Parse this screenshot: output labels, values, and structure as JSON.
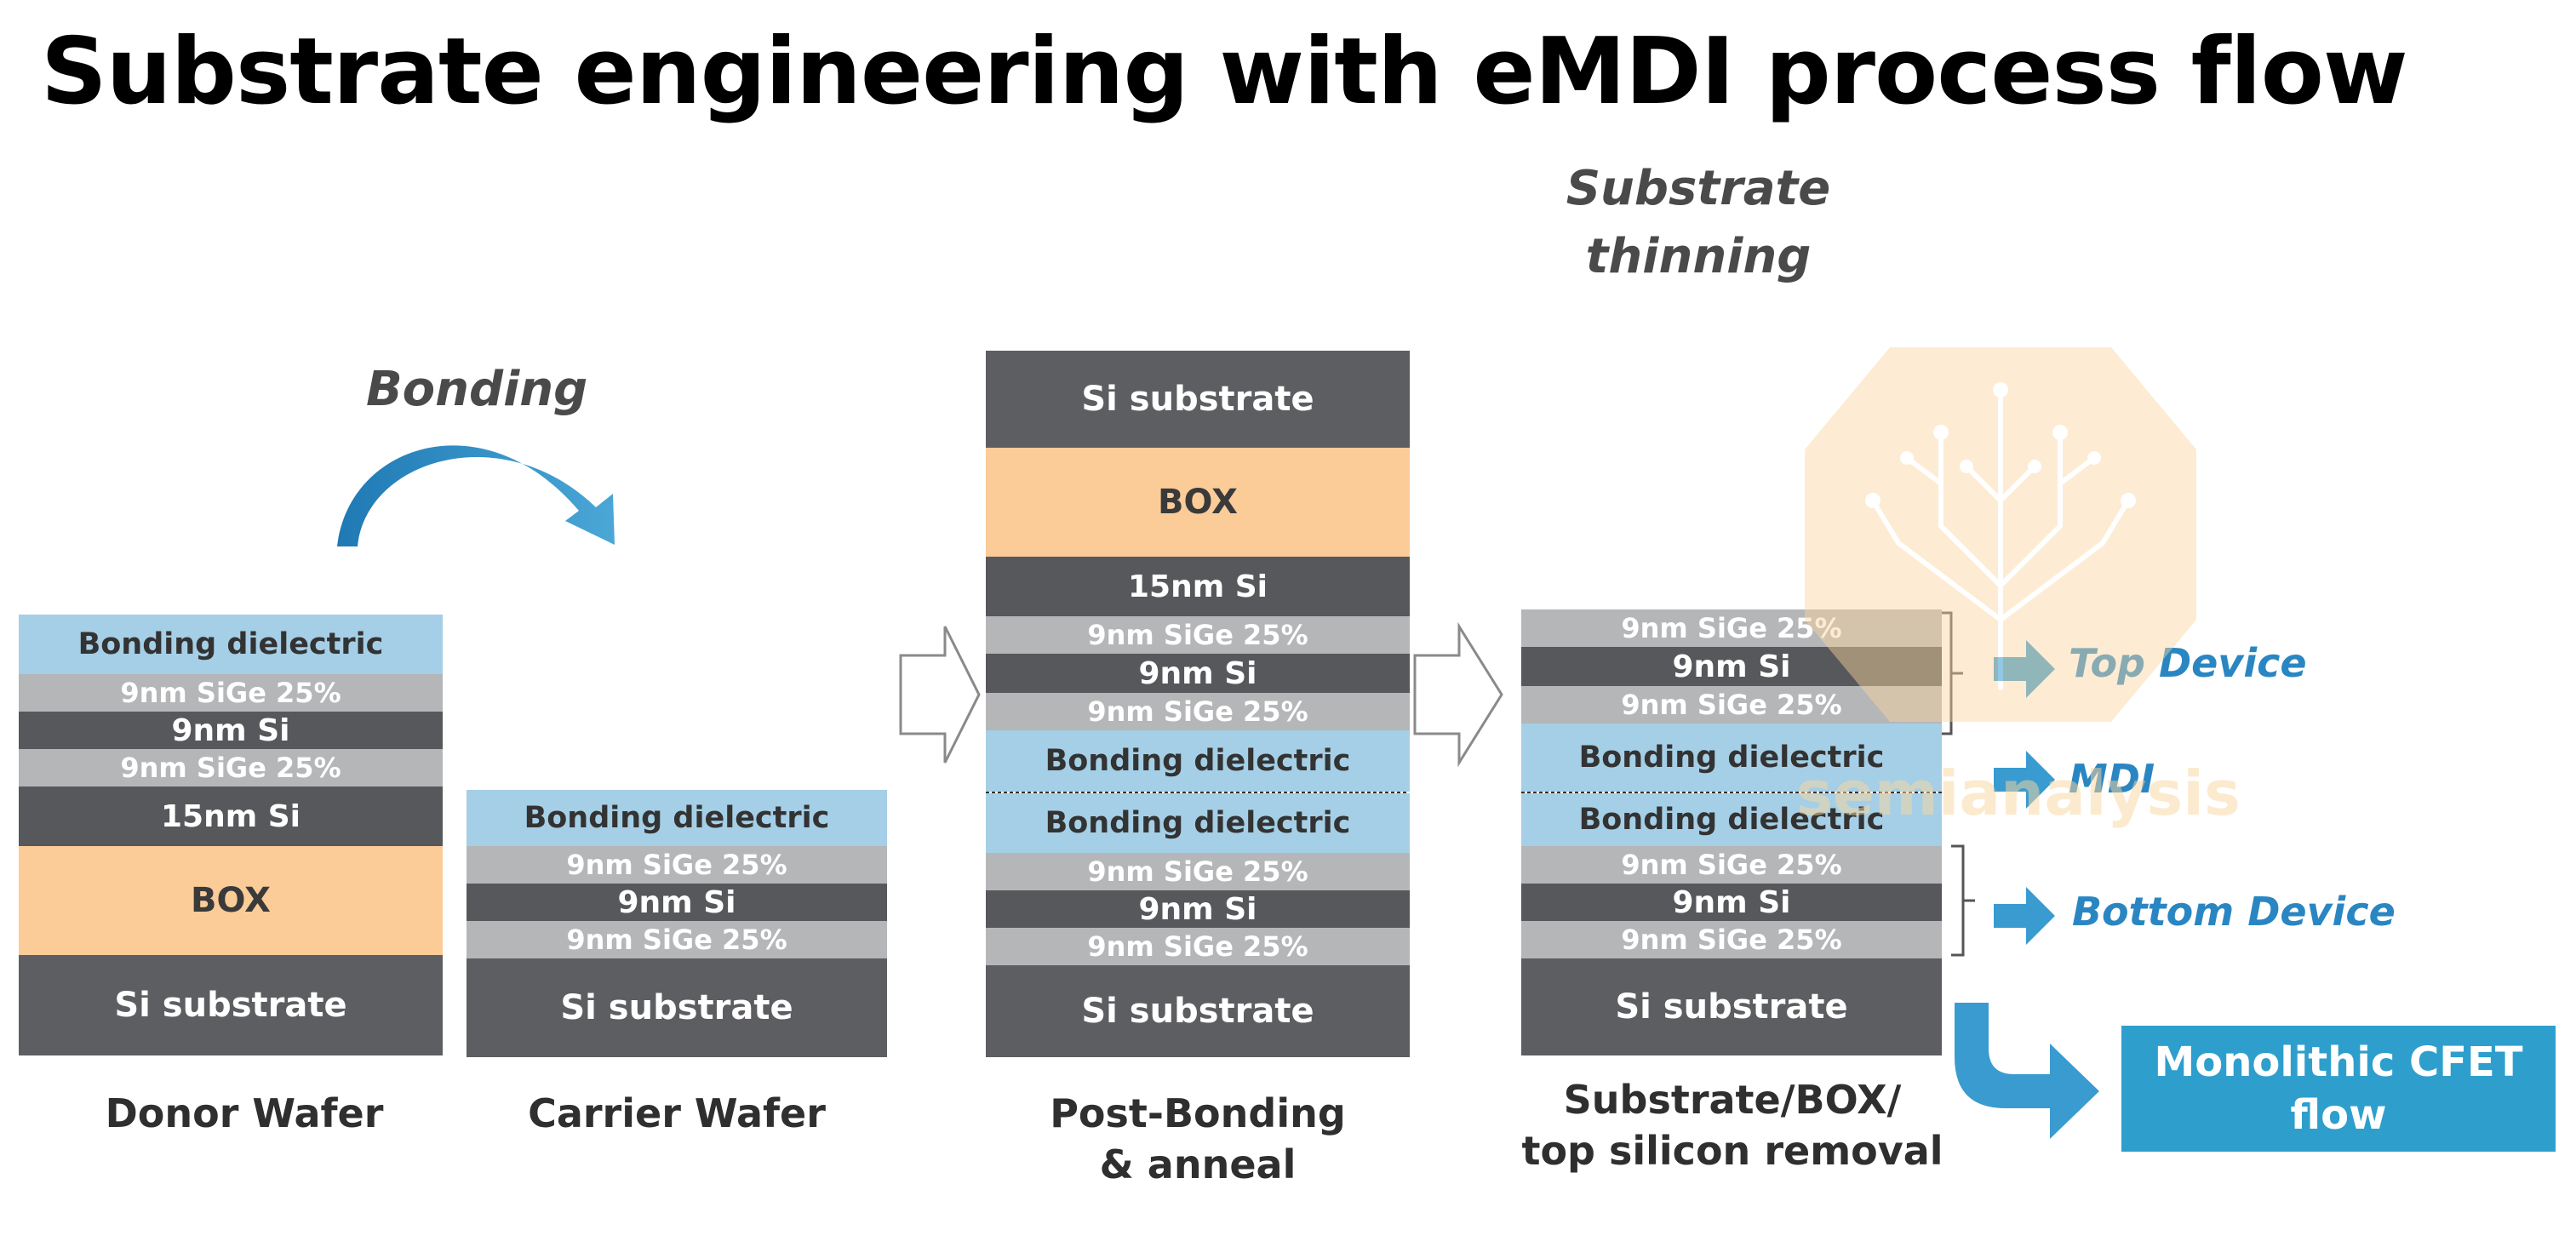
{
  "title": "Substrate engineering with eMDI process flow",
  "labels": {
    "bonding": "Bonding",
    "thinning_line1": "Substrate",
    "thinning_line2": "thinning"
  },
  "wafers": {
    "donor": {
      "caption": "Donor Wafer",
      "layers": [
        "Bonding dielectric",
        "9nm SiGe 25%",
        "9nm Si",
        "9nm SiGe 25%",
        "15nm Si",
        "BOX",
        "Si substrate"
      ]
    },
    "carrier": {
      "caption": "Carrier Wafer",
      "layers": [
        "Bonding dielectric",
        "9nm SiGe 25%",
        "9nm Si",
        "9nm SiGe 25%",
        "Si substrate"
      ]
    },
    "post_bonding": {
      "caption_line1": "Post-Bonding",
      "caption_line2": "& anneal",
      "layers": [
        "Si substrate",
        "BOX",
        "15nm Si",
        "9nm SiGe 25%",
        "9nm Si",
        "9nm SiGe 25%",
        "Bonding dielectric",
        "Bonding dielectric",
        "9nm SiGe 25%",
        "9nm Si",
        "9nm SiGe 25%",
        "Si substrate"
      ]
    },
    "final": {
      "caption_line1": "Substrate/BOX/",
      "caption_line2": "top silicon removal",
      "layers": [
        "9nm SiGe 25%",
        "9nm Si",
        "9nm SiGe 25%",
        "Bonding dielectric",
        "Bonding dielectric",
        "9nm SiGe 25%",
        "9nm Si",
        "9nm SiGe 25%",
        "Si substrate"
      ]
    }
  },
  "devices": {
    "top": "Top Device",
    "mdi": "MDI",
    "bottom": "Bottom Device"
  },
  "cfet": {
    "line1": "Monolithic CFET",
    "line2": "flow"
  },
  "watermark": "semianalysis",
  "colors": {
    "si_substrate": "#5d5e61",
    "box": "#fbcb98",
    "si_layer": "#57585b",
    "sige": "#b5b6b8",
    "bonding_dielectric": "#a5cfe6",
    "accent_blue": "#2e9fcd",
    "device_label": "#2a86c2"
  }
}
